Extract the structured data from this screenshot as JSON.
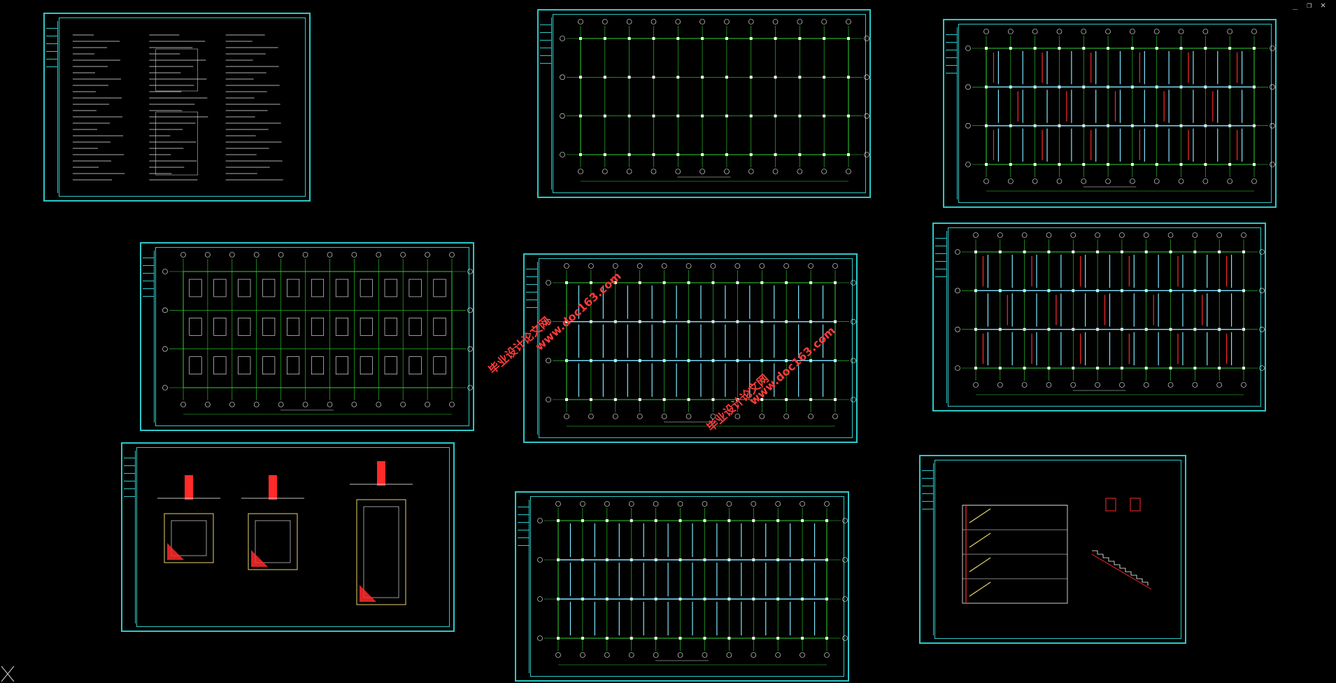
{
  "window": {
    "minimize_label": "_",
    "restore_label": "❐",
    "close_label": "✕"
  },
  "watermark": {
    "text_a": "毕业设计论文网",
    "text_b": "www.doc163.com"
  },
  "sheets": [
    {
      "id": "design-notes",
      "kind": "notes"
    },
    {
      "id": "foundation-plan",
      "kind": "grid"
    },
    {
      "id": "floor-structure-plan",
      "kind": "grid"
    },
    {
      "id": "pile-cap-layout",
      "kind": "grid"
    },
    {
      "id": "beam-reinforcement-plan",
      "kind": "grid"
    },
    {
      "id": "slab-reinforcement-plan",
      "kind": "grid"
    },
    {
      "id": "footing-details",
      "kind": "details"
    },
    {
      "id": "roof-beam-plan",
      "kind": "grid"
    },
    {
      "id": "stair-section",
      "kind": "stair"
    }
  ],
  "colors": {
    "frame": "#2ec8c8",
    "grid": "#2fd52f",
    "column": "#ffffff",
    "rebar": "#ff2a2a",
    "beam": "#7fe8ff",
    "text": "#e8e8e8"
  }
}
